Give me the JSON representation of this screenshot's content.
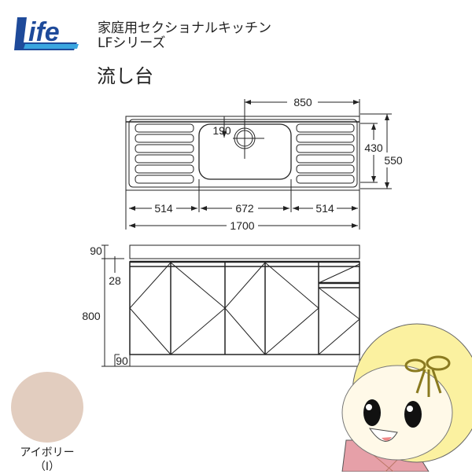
{
  "brand": {
    "logo_text": "Life",
    "logo_color": "#1e4a9a",
    "logo_accent": "#3aa6e0"
  },
  "header": {
    "line1": "家庭用セクショナルキッチン",
    "line2": "LFシリーズ",
    "title": "流し台"
  },
  "top_view": {
    "dim_drain_offset": "850",
    "dim_drain_depth": "190",
    "dim_sink_depth": "430",
    "dim_total_depth": "550",
    "dim_left_board": "514",
    "dim_sink_width": "672",
    "dim_right_board": "514",
    "dim_total_width": "1700"
  },
  "front_view": {
    "dim_top": "90",
    "dim_top_edge": "28",
    "dim_height": "800",
    "dim_base": "90"
  },
  "color_option": {
    "name": "アイボリー",
    "code": "（I）",
    "swatch": "#e2cdbf"
  }
}
